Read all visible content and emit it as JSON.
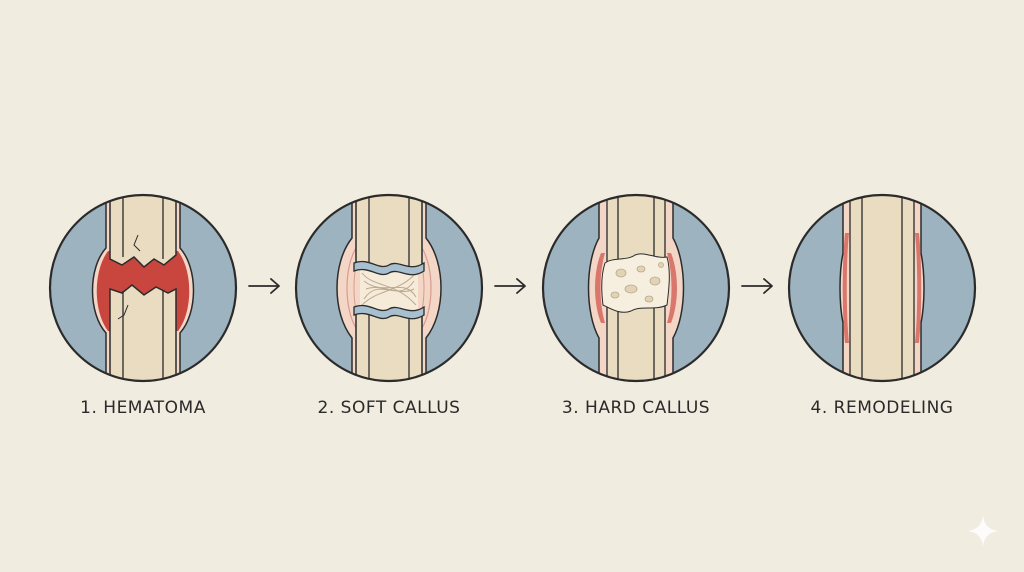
{
  "stages": [
    {
      "label": "1. HEMATOMA"
    },
    {
      "label": "2. SOFT CALLUS"
    },
    {
      "label": "3. HARD CALLUS"
    },
    {
      "label": "4. REMODELING"
    }
  ],
  "colors": {
    "background": "#f1ece0",
    "tissue": "#9db3c0",
    "bone": "#e9dcc0",
    "hematoma": "#c9463f",
    "soft_callus": "#f3d6c6",
    "cartilage_band": "#a8bfcf",
    "outline": "#2b2b2b"
  }
}
